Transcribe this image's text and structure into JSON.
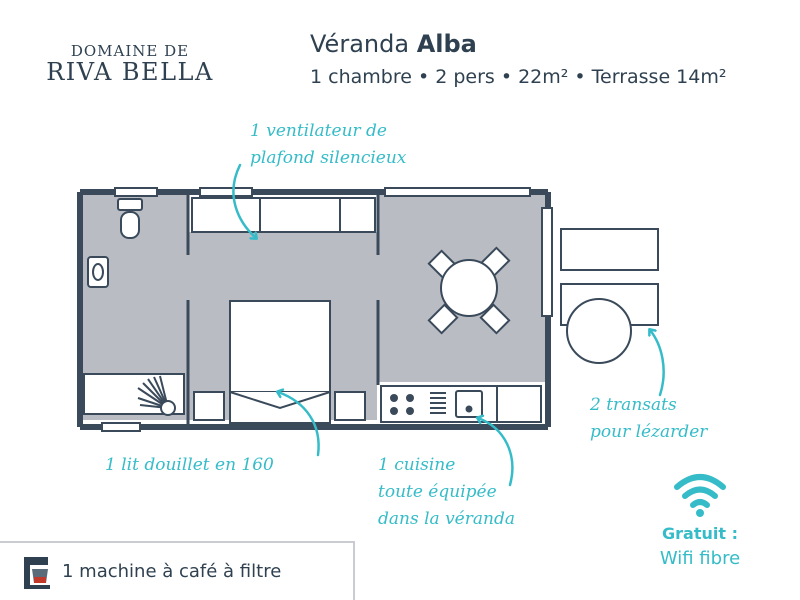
{
  "brand": {
    "line1": "DOMAINE DE",
    "line2": "RIVA BELLA"
  },
  "header": {
    "title_prefix": "Véranda",
    "title_name": "Alba",
    "subtitle": "1 chambre • 2 pers • 22m² • Terrasse 14m²"
  },
  "annotations": {
    "fan": [
      "1 ventilateur de",
      "plafond silencieux"
    ],
    "bed": "1 lit douillet en 160",
    "kitchen": [
      "1 cuisine",
      "toute équipée",
      "dans la véranda"
    ],
    "loungers": [
      "2 transats",
      "pour lézarder"
    ]
  },
  "wifi": {
    "label": "Gratuit :",
    "detail": "Wifi fibre"
  },
  "amenity": {
    "label": "1 machine à café à filtre",
    "icon": "coffee-maker-icon"
  },
  "colors": {
    "wall": "#3a4a5a",
    "floor": "#b9bcc3",
    "accent": "#35bcc8",
    "text": "#2f4150"
  },
  "icons": [
    "toilet-icon",
    "sink-icon",
    "shower-icon",
    "bed-icon",
    "dining-table-icon",
    "stove-icon",
    "kitchen-sink-icon",
    "sun-lounger-icon",
    "round-table-icon",
    "wifi-icon"
  ]
}
